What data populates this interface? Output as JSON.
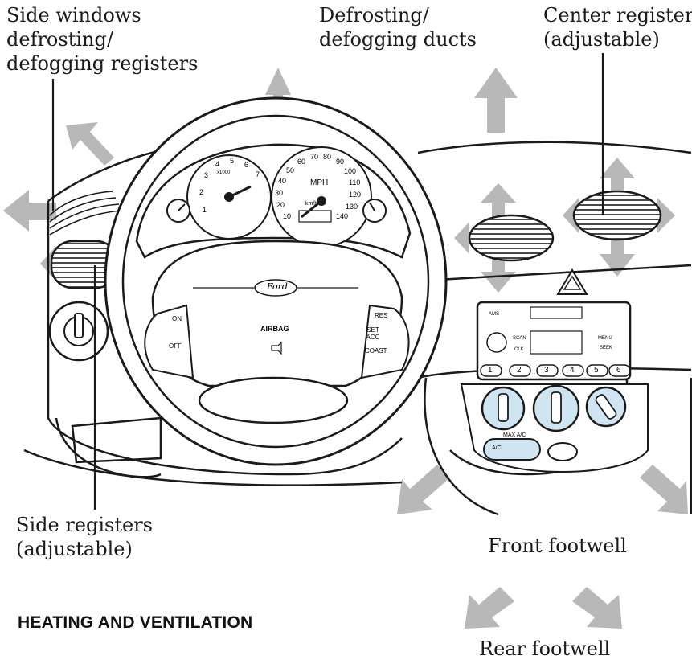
{
  "callouts": {
    "side_windows": "Side windows\ndefrosting/\ndefogging registers",
    "defrost_ducts": "Defrosting/\ndefogging ducts",
    "center_registers": "Center registers\n(adjustable)",
    "side_registers": "Side registers\n(adjustable)",
    "front_footwell": "Front footwell",
    "rear_footwell": "Rear footwell"
  },
  "section_heading": "HEATING AND VENTILATION",
  "steering_wheel": {
    "airbag": "AIRBAG",
    "brand": "Ford",
    "left_buttons": [
      "ON",
      "OFF"
    ],
    "right_buttons": [
      "RES",
      "SET ACC",
      "COAST"
    ]
  },
  "instrument_cluster": {
    "speed_unit": "MPH",
    "metric_unit": "km/h",
    "speed_ticks": [
      "10",
      "20",
      "30",
      "40",
      "50",
      "60",
      "70",
      "80",
      "90",
      "100",
      "110",
      "120",
      "130",
      "140"
    ],
    "rpm_ticks": [
      "1",
      "2",
      "3",
      "4",
      "5",
      "6",
      "7"
    ],
    "rpm_unit": "x1000"
  },
  "climate_control": {
    "max_ac_label": "MAX A/C",
    "ac_label": "A/C"
  },
  "radio": {
    "buttons": [
      "AMS",
      "SCAN",
      "CLK",
      "MENU",
      "SEEK"
    ],
    "presets": [
      "1",
      "2",
      "3",
      "4",
      "5",
      "6"
    ]
  },
  "colors": {
    "arrow": "#b8b8b8",
    "control_knob_fill": "#cfe6f2",
    "line": "#1a1a1a"
  }
}
